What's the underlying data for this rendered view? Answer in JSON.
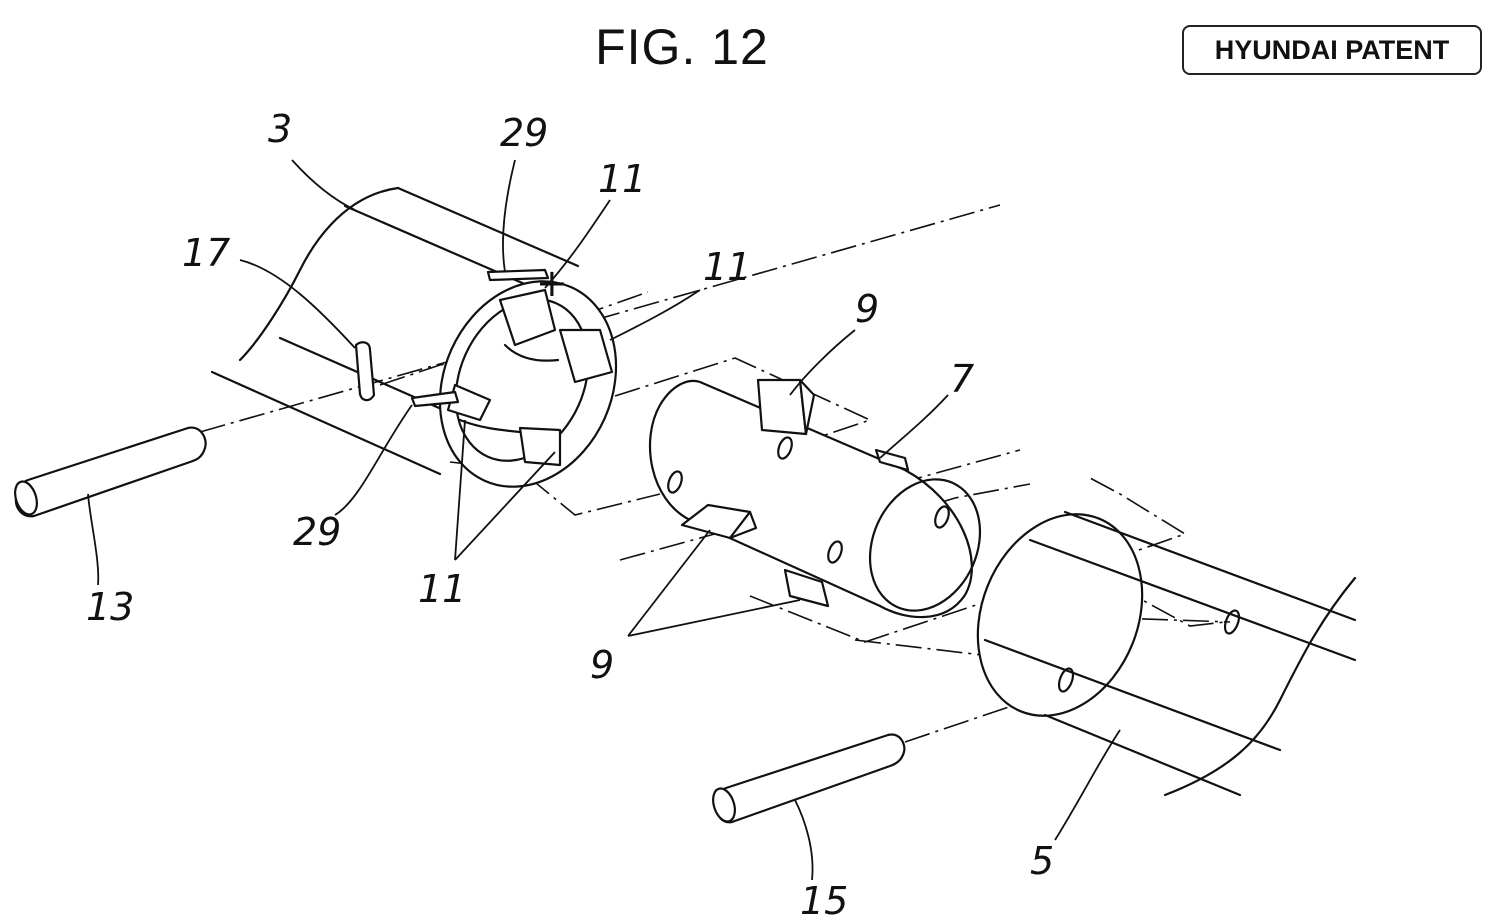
{
  "figure": {
    "title": "FIG. 12",
    "badge": "HYUNDAI PATENT"
  },
  "labels": {
    "l3": "3",
    "l29_top": "29",
    "l11_top": "11",
    "l11_right": "11",
    "l17": "17",
    "l9_top": "9",
    "l7": "7",
    "l29_bottom": "29",
    "l11_bottom": "11",
    "l13": "13",
    "l9_bottom": "9",
    "l5": "5",
    "l15": "15"
  }
}
